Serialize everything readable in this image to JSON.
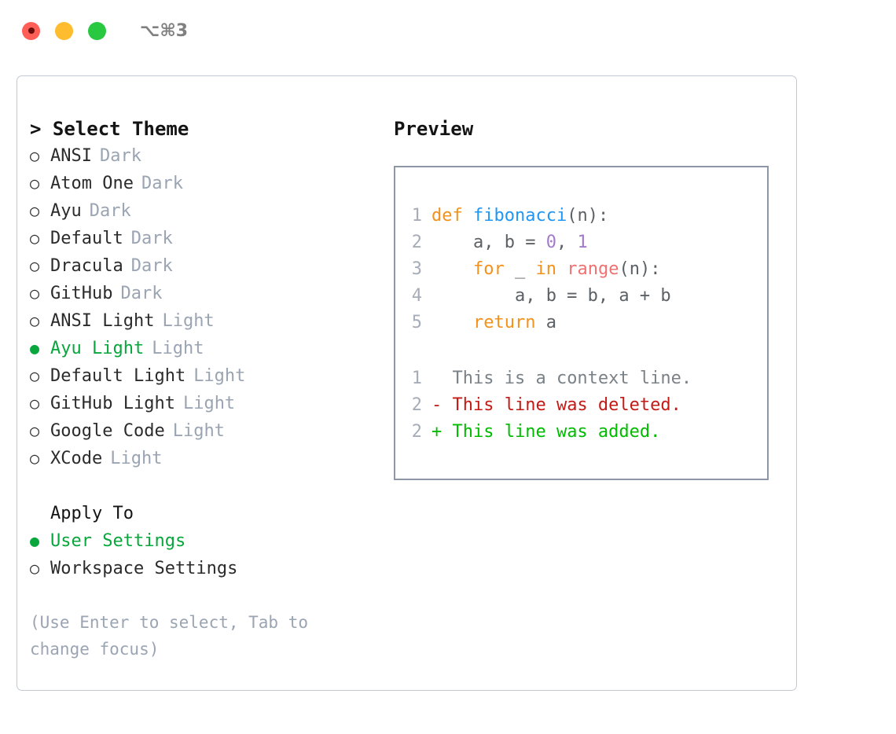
{
  "titlebar": {
    "shortcut": "⌥⌘3",
    "buttons": [
      {
        "name": "close",
        "color": "#ff5f57"
      },
      {
        "name": "minimize",
        "color": "#febc2e"
      },
      {
        "name": "maximize",
        "color": "#28c840"
      }
    ]
  },
  "accent_color": "#08a63c",
  "left": {
    "title": "> Select Theme",
    "themes": [
      {
        "marker": "○",
        "name": "ANSI",
        "tag": "Dark",
        "selected": false
      },
      {
        "marker": "○",
        "name": "Atom One",
        "tag": "Dark",
        "selected": false
      },
      {
        "marker": "○",
        "name": "Ayu",
        "tag": "Dark",
        "selected": false
      },
      {
        "marker": "○",
        "name": "Default",
        "tag": "Dark",
        "selected": false
      },
      {
        "marker": "○",
        "name": "Dracula",
        "tag": "Dark",
        "selected": false
      },
      {
        "marker": "○",
        "name": "GitHub",
        "tag": "Dark",
        "selected": false
      },
      {
        "marker": "○",
        "name": "ANSI Light",
        "tag": "Light",
        "selected": false
      },
      {
        "marker": "●",
        "name": "Ayu Light",
        "tag": "Light",
        "selected": true
      },
      {
        "marker": "○",
        "name": "Default Light",
        "tag": "Light",
        "selected": false
      },
      {
        "marker": "○",
        "name": "GitHub Light",
        "tag": "Light",
        "selected": false
      },
      {
        "marker": "○",
        "name": "Google Code",
        "tag": "Light",
        "selected": false
      },
      {
        "marker": "○",
        "name": "XCode",
        "tag": "Light",
        "selected": false
      }
    ],
    "apply_to": {
      "title": "Apply To",
      "options": [
        {
          "marker": "●",
          "name": "User Settings",
          "selected": true
        },
        {
          "marker": "○",
          "name": "Workspace Settings",
          "selected": false
        }
      ]
    },
    "hint": "(Use Enter to select, Tab to change focus)"
  },
  "right": {
    "title": "Preview",
    "code_lines": [
      {
        "number": "1",
        "tokens": [
          {
            "text": "def ",
            "type": "kw"
          },
          {
            "text": "fibonacci",
            "type": "fn"
          },
          {
            "text": "(n):",
            "type": "plain"
          }
        ]
      },
      {
        "number": "2",
        "tokens": [
          {
            "text": "    a, b = ",
            "type": "plain"
          },
          {
            "text": "0",
            "type": "num"
          },
          {
            "text": ", ",
            "type": "plain"
          },
          {
            "text": "1",
            "type": "num"
          }
        ]
      },
      {
        "number": "3",
        "tokens": [
          {
            "text": "    ",
            "type": "plain"
          },
          {
            "text": "for",
            "type": "kw"
          },
          {
            "text": " _ ",
            "type": "plain"
          },
          {
            "text": "in",
            "type": "kw"
          },
          {
            "text": " ",
            "type": "plain"
          },
          {
            "text": "range",
            "type": "built"
          },
          {
            "text": "(n):",
            "type": "plain"
          }
        ]
      },
      {
        "number": "4",
        "tokens": [
          {
            "text": "        a, b = b, a + b",
            "type": "plain"
          }
        ]
      },
      {
        "number": "5",
        "tokens": [
          {
            "text": "    ",
            "type": "plain"
          },
          {
            "text": "return",
            "type": "kw"
          },
          {
            "text": " a",
            "type": "plain"
          }
        ]
      }
    ],
    "diff_lines": [
      {
        "number": "1",
        "sign": " ",
        "text": " This is a context line.",
        "type": "ctx"
      },
      {
        "number": "2",
        "sign": "-",
        "text": " This line was deleted.",
        "type": "del"
      },
      {
        "number": "2",
        "sign": "+",
        "text": " This line was added.",
        "type": "add"
      }
    ]
  }
}
